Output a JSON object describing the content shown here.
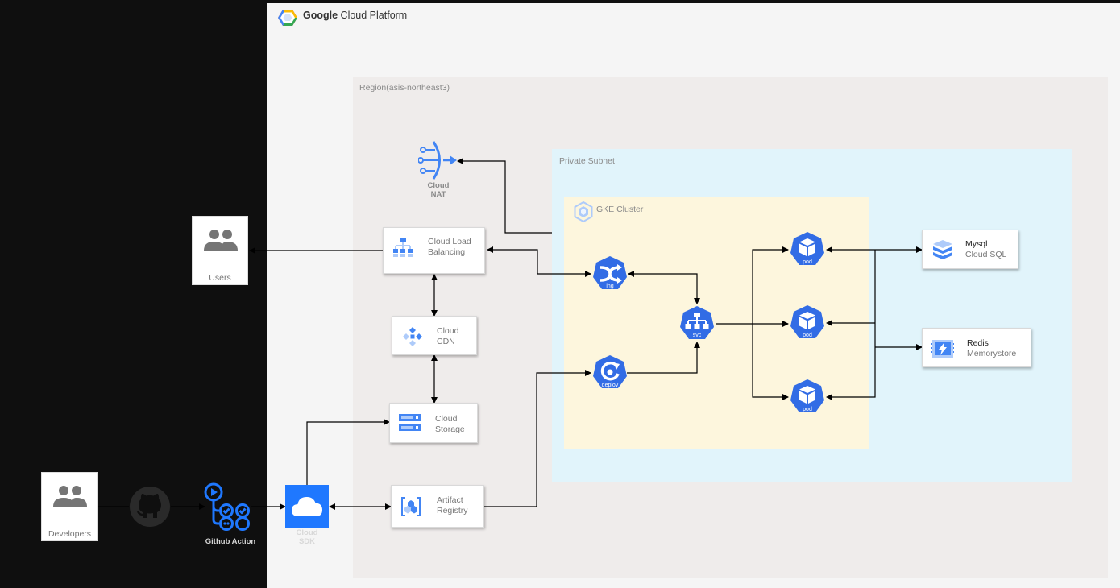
{
  "header": {
    "brand_bold": "Google",
    "brand_rest": "Cloud Platform"
  },
  "region": {
    "label": "Region(asis-northeast3)"
  },
  "subnet": {
    "label": "Private Subnet"
  },
  "cluster": {
    "label": "GKE Cluster"
  },
  "nat": {
    "line1": "Cloud",
    "line2": "NAT"
  },
  "lb": {
    "line1": "Cloud Load",
    "line2": "Balancing"
  },
  "cdn": {
    "line1": "Cloud",
    "line2": "CDN"
  },
  "storage": {
    "line1": "Cloud",
    "line2": "Storage"
  },
  "registry": {
    "line1": "Artifact",
    "line2": "Registry"
  },
  "sdk": {
    "line1": "Cloud",
    "line2": "SDK"
  },
  "users": {
    "label": "Users"
  },
  "developers": {
    "label": "Developers"
  },
  "github_action": {
    "label": "Github Action"
  },
  "k8s": {
    "ing": "ing",
    "svc": "svc",
    "deploy": "deploy",
    "pods": [
      "pod",
      "pod",
      "pod"
    ]
  },
  "mysql": {
    "title": "Mysql",
    "subtitle": "Cloud SQL"
  },
  "redis": {
    "title": "Redis",
    "subtitle": "Memorystore"
  },
  "colors": {
    "k8s_blue": "#326ce5",
    "gcp_blue": "#4285f4",
    "gcp_light_blue": "#aecbfa",
    "edge": "#000000"
  },
  "icons": {
    "gcp_logo": "gcp-hexagon-icon",
    "nat": "cloud-nat-icon",
    "lb": "load-balancing-icon",
    "cdn": "cdn-icon",
    "storage": "storage-icon",
    "registry": "artifact-registry-icon",
    "sdk": "cloud-icon",
    "users": "people-icon",
    "github": "github-icon",
    "actions": "github-actions-icon",
    "sql": "cloud-sql-icon",
    "redis": "memorystore-icon",
    "gke": "gke-icon"
  }
}
